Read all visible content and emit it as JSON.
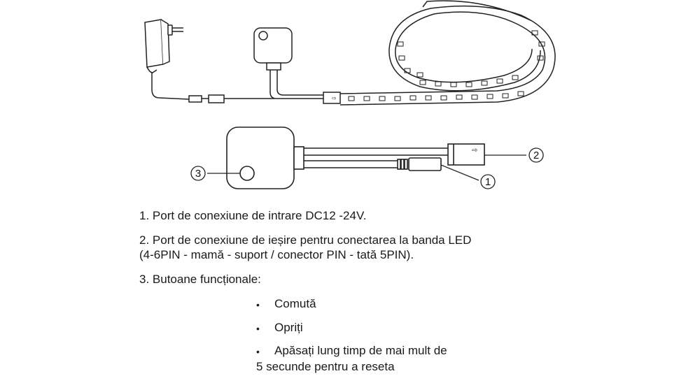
{
  "callouts": [
    "1",
    "2",
    "3"
  ],
  "descriptions": {
    "item1": "1. Port de conexiune de intrare DC12 -24V.",
    "item2_line1": "2. Port de conexiune de ieșire pentru conectarea la banda LED",
    "item2_line2": "(4-6PIN - mamă - suport / conector PIN - tată 5PIN).",
    "item3": "3. Butoane funcționale:"
  },
  "bullets": [
    "Comută",
    "Opriți",
    "Apăsați lung timp de mai mult de"
  ],
  "bullet_continuation": "5 secunde pentru a reseta"
}
